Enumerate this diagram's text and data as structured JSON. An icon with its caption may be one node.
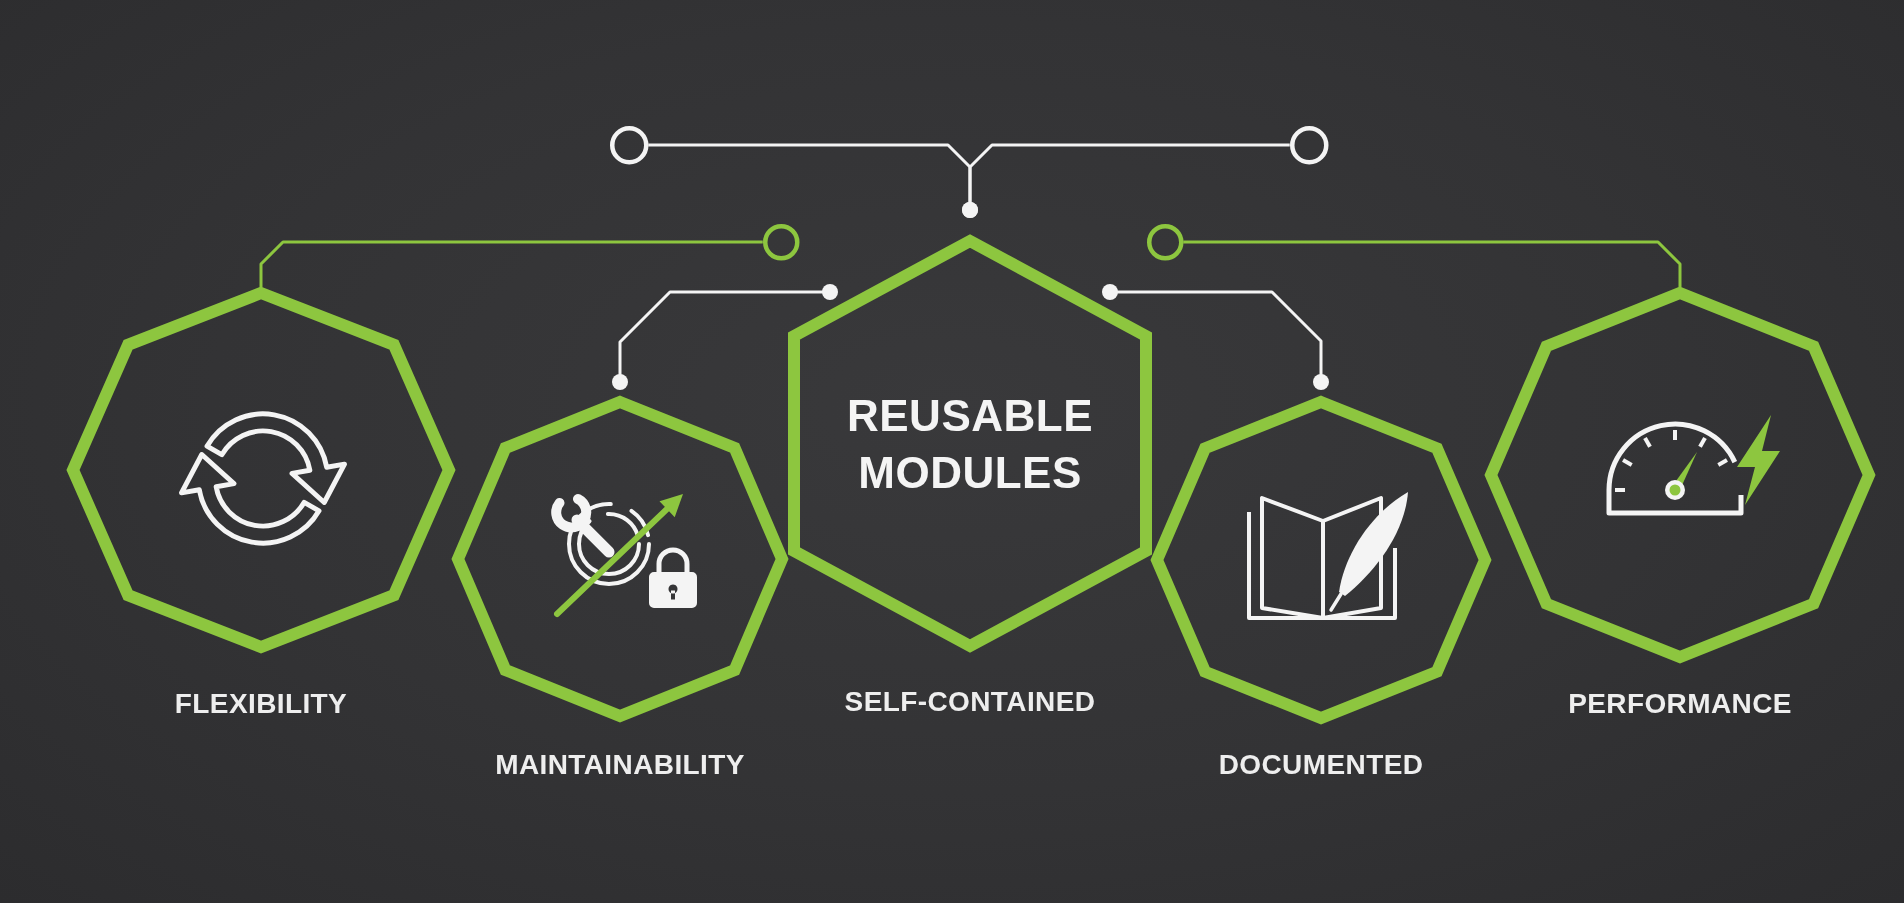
{
  "diagram": {
    "nodes": [
      {
        "text": [],
        "shape": "octagon",
        "beside": [
          "FLEXIBILITY"
        ]
      },
      {
        "text": [],
        "shape": "octagon",
        "beside": [
          "MAINTAINABILITY"
        ]
      },
      {
        "text": [
          "REUSABLE MODULES"
        ],
        "beside": [
          "SELF-CONTAINED"
        ]
      },
      {
        "text": [],
        "shape": "octagon",
        "beside": [
          "DOCUMENTED"
        ]
      },
      {
        "text": [],
        "shape": "octagon",
        "beside": [
          "PERFORMANCE"
        ]
      },
      {
        "text": [],
        "shape": "circle"
      },
      {
        "text": [],
        "shape": "circle"
      },
      {
        "text": [],
        "shape": "circle"
      },
      {
        "text": [],
        "shape": "circle"
      }
    ],
    "edges": [
      {
        "from": 5,
        "to": 2,
        "arrow": "other"
      },
      {
        "from": 6,
        "to": 2,
        "arrow": "other"
      },
      {
        "from": 0,
        "to": 7,
        "arrow": "none",
        "color": "#8dc63f"
      },
      {
        "from": 2,
        "to": 1,
        "arrow": "other"
      },
      {
        "from": 2,
        "to": 3,
        "arrow": "other"
      },
      {
        "from": 4,
        "to": 8,
        "arrow": "none",
        "color": "#8dc63f"
      }
    ]
  }
}
